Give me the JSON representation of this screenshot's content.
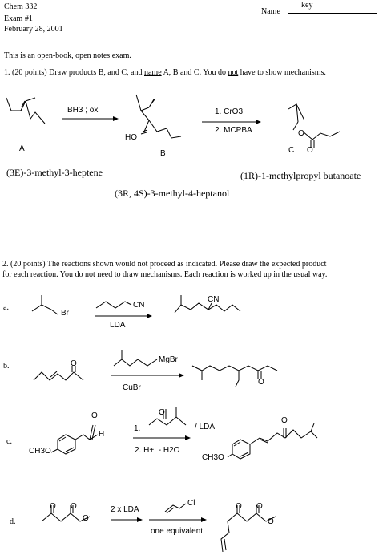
{
  "header": {
    "course": "Chem 332",
    "exam": "Exam #1",
    "date": "February 28, 2001",
    "name_label": "Name",
    "name_value": "key"
  },
  "intro": "This is an open-book, open notes exam.",
  "q1": {
    "prompt_a": "1.  (20 points) Draw products B, and C, and ",
    "prompt_name": "name",
    "prompt_b": " A, B and C. You do ",
    "prompt_not": "not",
    "prompt_c": " have to show mechanisms.",
    "reagent_1": "BH3 ; ox",
    "reagent_2a": "1. CrO3",
    "reagent_2b": "2. MCPBA",
    "label_A": "A",
    "label_B": "B",
    "label_C": "C",
    "label_HO": "HO",
    "name_A": "(3E)-3-methyl-3-heptene",
    "name_B": "(3R, 4S)-3-methyl-4-heptanol",
    "name_C": "(1R)-1-methylpropyl butanoate"
  },
  "q2": {
    "prompt_line1": "2.  (20 points)  The reactions shown would not proceed as indicated.  Please draw the expected product",
    "prompt_line2a": "for each reaction. You do ",
    "prompt_not": "not",
    "prompt_line2b": " need to draw mechanisms. Each reaction is worked up in the usual way.",
    "a": {
      "letter": "a.",
      "reagent_top": "CN",
      "reagent_bottom": "LDA",
      "reactant_label": "Br",
      "product_label": "CN"
    },
    "b": {
      "letter": "b.",
      "reagent_top": "MgBr",
      "reagent_bottom": "CuBr",
      "reactant_label": "O",
      "product_label": "O"
    },
    "c": {
      "letter": "c.",
      "step1": "1.",
      "step1_suffix": "/ LDA",
      "step2": "2. H+, - H2O",
      "reactant_ome": "CH3O",
      "reactant_o": "O",
      "reactant_h": "H",
      "ketone_o": "O",
      "product_ome": "CH3O",
      "product_o": "O"
    },
    "d": {
      "letter": "d.",
      "reagent_top": "2 x LDA",
      "reagent_cl": "Cl",
      "reagent_bottom": "one equivalent",
      "o_labels": [
        "O",
        "O",
        "O"
      ],
      "product_o_labels": [
        "O",
        "O",
        "O"
      ]
    }
  }
}
